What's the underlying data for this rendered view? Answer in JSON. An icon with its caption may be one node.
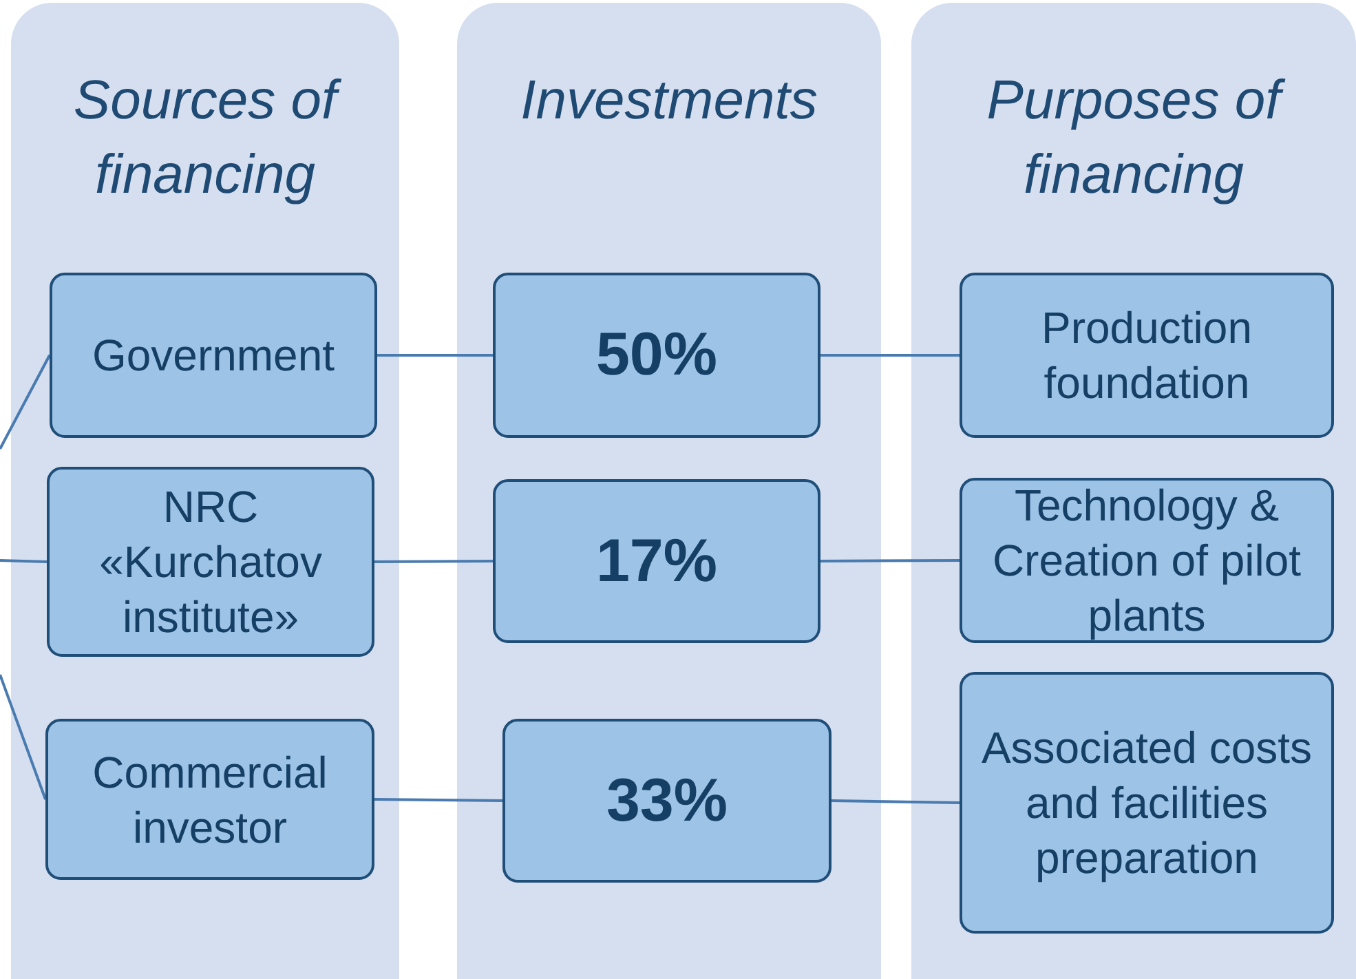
{
  "diagram": {
    "nodes": [
      {
        "text": [
          "Sources of financing"
        ]
      },
      {
        "text": [
          "Investments"
        ]
      },
      {
        "text": [
          "Purposes of financing"
        ]
      },
      {
        "text": [
          "Government"
        ],
        "in": 0
      },
      {
        "text": [
          "NRC «Kurchatov institute»"
        ],
        "in": 0
      },
      {
        "text": [
          "Commercial investor"
        ],
        "in": 0
      },
      {
        "text": [
          "50%"
        ],
        "in": 1
      },
      {
        "text": [
          "17%"
        ],
        "in": 1
      },
      {
        "text": [
          "33%"
        ],
        "in": 1
      },
      {
        "text": [
          "Production foundation"
        ],
        "in": 2
      },
      {
        "text": [
          "Technology & Creation of pilot plants"
        ],
        "in": 2
      },
      {
        "text": [
          "Associated costs and facilities preparation"
        ],
        "in": 2
      }
    ],
    "edges": [
      {
        "from": null,
        "to": 3,
        "arrow": "none"
      },
      {
        "from": null,
        "to": 4,
        "arrow": "none"
      },
      {
        "from": null,
        "to": 5,
        "arrow": "none"
      },
      {
        "from": 3,
        "to": 6,
        "arrow": "none"
      },
      {
        "from": 4,
        "to": 7,
        "arrow": "none"
      },
      {
        "from": 5,
        "to": 8,
        "arrow": "none"
      },
      {
        "from": 6,
        "to": 9,
        "arrow": "none"
      },
      {
        "from": 7,
        "to": 10,
        "arrow": "none"
      },
      {
        "from": 8,
        "to": 11,
        "arrow": "none"
      }
    ]
  }
}
